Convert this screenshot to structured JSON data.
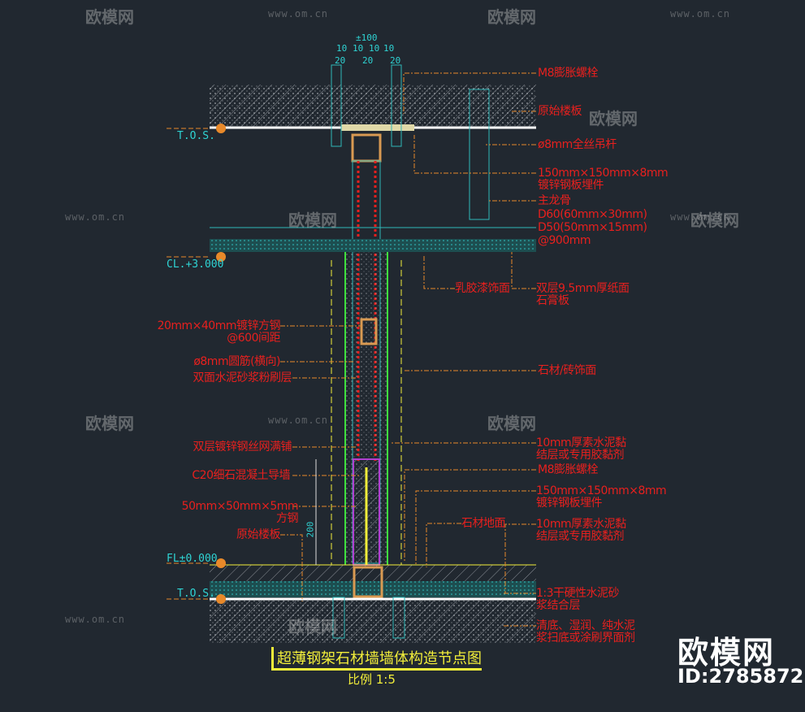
{
  "watermarks": {
    "site": "www.om.cn",
    "logo": "欧模网"
  },
  "brand": {
    "name": "欧模网",
    "id": "ID:2785872"
  },
  "dimensions": {
    "top_total": "±100",
    "top_row1": [
      "10",
      "10",
      "10",
      "10"
    ],
    "top_row2": [
      "20",
      "20",
      "20"
    ],
    "vertical": "200"
  },
  "levels": {
    "tos_top": "T.O.S.",
    "cl": "CL.+3.000",
    "fl": "FL±0.000",
    "tos_bottom": "T.O.S."
  },
  "labels_right": [
    [
      "M8膨胀螺栓"
    ],
    [
      "原始楼板"
    ],
    [
      "ø8mm全丝吊杆"
    ],
    [
      "150mm×150mm×8mm",
      "镀锌钢板埋件"
    ],
    [
      "主龙骨"
    ],
    [
      "D60(60mm×30mm)"
    ],
    [
      "D50(50mm×15mm)"
    ],
    [
      "@900mm"
    ],
    [
      "双层9.5mm厚纸面",
      "石膏板"
    ],
    [
      "乳胶漆饰面"
    ],
    [
      "石材/砖饰面"
    ],
    [
      "10mm厚素水泥黏",
      "结层或专用胶黏剂"
    ],
    [
      "M8膨胀螺栓"
    ],
    [
      "150mm×150mm×8mm",
      "镀锌钢板埋件"
    ],
    [
      "石材地面"
    ],
    [
      "10mm厚素水泥黏",
      "结层或专用胶黏剂"
    ],
    [
      "1:3干硬性水泥砂",
      "浆结合层"
    ],
    [
      "清底、湿润、纯水泥",
      "浆扫底或涂刷界面剂"
    ]
  ],
  "labels_left": [
    [
      "20mm×40mm镀锌方钢",
      "@600间距"
    ],
    [
      "ø8mm圆筋(横向)"
    ],
    [
      "双面水泥砂浆粉刷层"
    ],
    [
      "双层镀锌钢丝网满铺"
    ],
    [
      "C20细石混凝土导墙"
    ],
    [
      "50mm×50mm×5mm",
      "方钢"
    ],
    [
      "原始楼板"
    ]
  ],
  "title": "超薄钢架石材墙墙体构造节点图",
  "scale": "比例 1:5",
  "colors": {
    "background": "#212830",
    "annotation": "#e8201e",
    "title": "#f2ee3a",
    "level": "#2fd3d3",
    "leader": "#e8892a"
  }
}
